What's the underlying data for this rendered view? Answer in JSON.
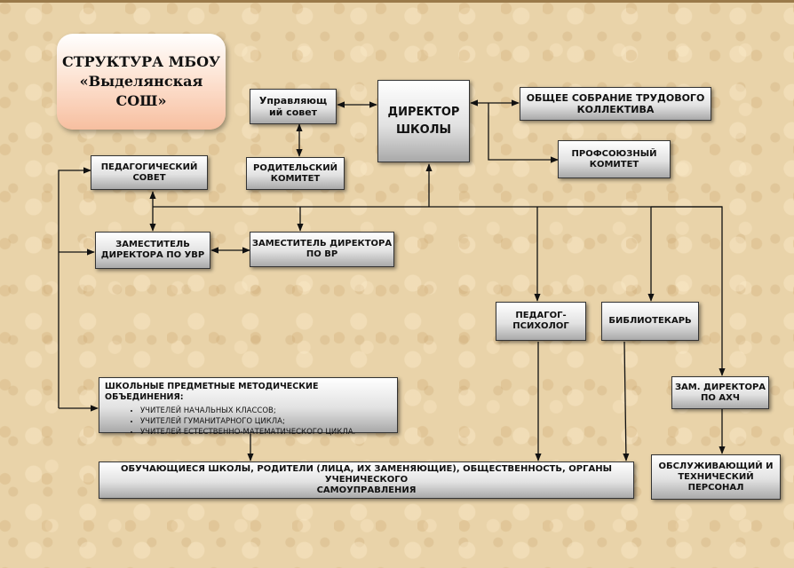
{
  "diagram": {
    "title": "СТРУКТУРА МБОУ\n«Выделянская\nСОШ»",
    "nodes": {
      "board": "Управляющ\nий совет",
      "director": "ДИРЕКТОР\nШКОЛЫ",
      "general_meeting": "ОБЩЕЕ СОБРАНИЕ ТРУДОВОГО\nКОЛЛЕКТИВА",
      "trade_union": "ПРОФСОЮЗНЫЙ\nКОМИТЕТ",
      "parent_committee": "РОДИТЕЛЬСКИЙ\nКОМИТЕТ",
      "ped_council": "ПЕДАГОГИЧЕСКИЙ\nСОВЕТ",
      "deputy_uvr": "ЗАМЕСТИТЕЛЬ\nДИРЕКТОРА ПО УВР",
      "deputy_vr": "ЗАМЕСТИТЕЛЬ ДИРЕКТОРА\nПО ВР",
      "psychologist": "ПЕДАГОГ-\nПСИХОЛОГ",
      "librarian": "БИБЛИОТЕКАРЬ",
      "deputy_ahch": "ЗАМ. ДИРЕКТОРА\nПО АХЧ",
      "method_units": {
        "heading": "ШКОЛЬНЫЕ ПРЕДМЕТНЫЕ МЕТОДИЧЕСКИЕ ОБЪЕДИНЕНИЯ:",
        "items": [
          "УЧИТЕЛЕЙ НАЧАЛЬНЫХ КЛАССОВ;",
          "УЧИТЕЛЕЙ ГУМАНИТАРНОГО ЦИКЛА;",
          "УЧИТЕЛЕЙ ЕСТЕСТВЕННО-МАТЕМАТИЧЕСКОГО ЦИКЛА."
        ]
      },
      "students": "ОБУЧАЮЩИЕСЯ ШКОЛЫ, РОДИТЕЛИ (ЛИЦА, ИХ ЗАМЕНЯЮЩИЕ), ОБЩЕСТВЕННОСТЬ, ОРГАНЫ УЧЕНИЧЕСКОГО\nСАМОУПРАВЛЕНИЯ",
      "service_staff": "ОБСЛУЖИВАЮЩИЙ И\nТЕХНИЧЕСКИЙ\nПЕРСОНАЛ"
    }
  }
}
